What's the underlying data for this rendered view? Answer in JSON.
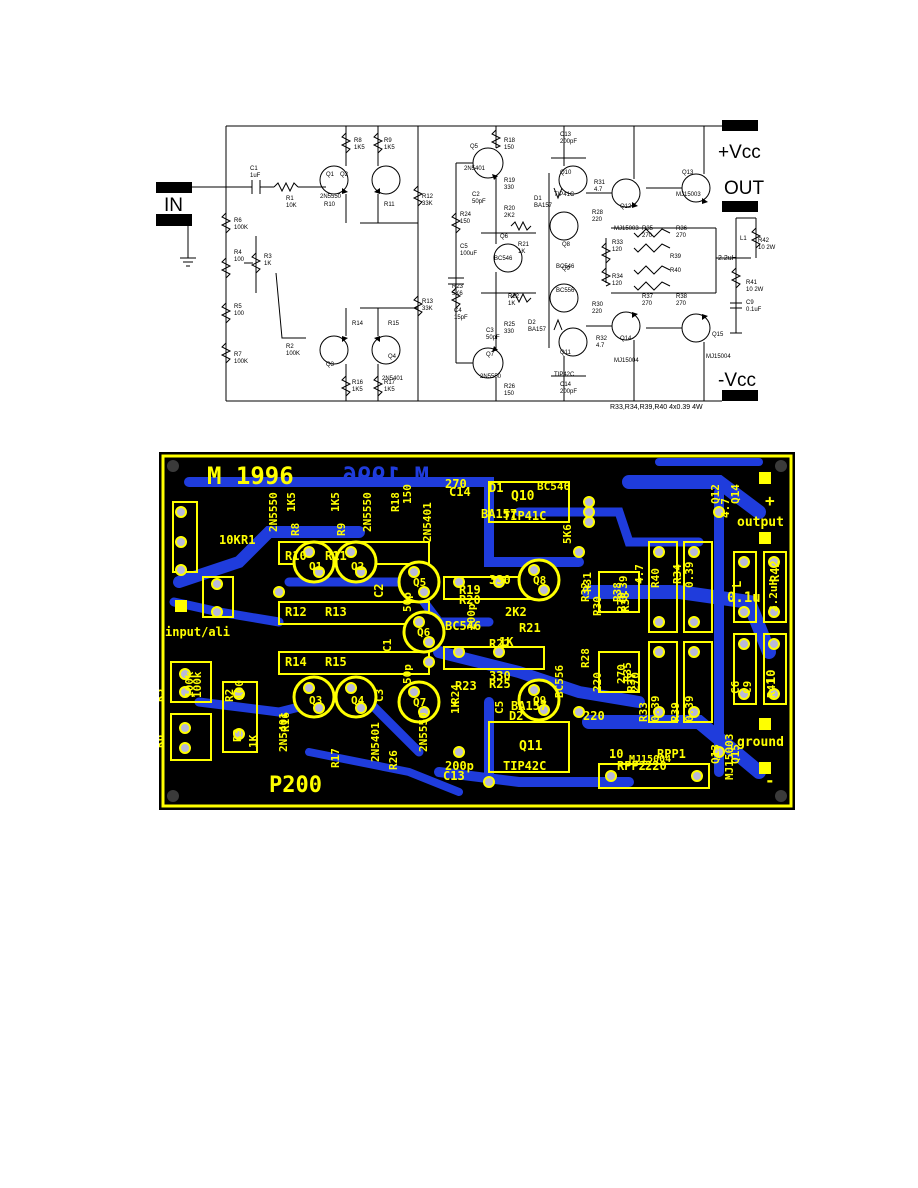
{
  "schematic": {
    "terminals": {
      "vcc_pos": "+Vcc",
      "vcc_neg": "-Vcc",
      "input": "IN",
      "output": "OUT"
    },
    "note": "R33,R34,R39,R40 4x0.39 4W",
    "resistors": [
      {
        "ref": "R8",
        "value": "1K5"
      },
      {
        "ref": "R9",
        "value": "1K5"
      },
      {
        "ref": "R1",
        "value": "10K"
      },
      {
        "ref": "R6",
        "value": "100K"
      },
      {
        "ref": "R4",
        "value": "100"
      },
      {
        "ref": "R3",
        "value": "1K"
      },
      {
        "ref": "R5",
        "value": "100"
      },
      {
        "ref": "R7",
        "value": "100K"
      },
      {
        "ref": "R2",
        "value": "100K"
      },
      {
        "ref": "R10",
        "value": ""
      },
      {
        "ref": "R11",
        "value": ""
      },
      {
        "ref": "R12",
        "value": "33K"
      },
      {
        "ref": "R13",
        "value": "33K"
      },
      {
        "ref": "R14",
        "value": ""
      },
      {
        "ref": "R15",
        "value": ""
      },
      {
        "ref": "R16",
        "value": "1K5"
      },
      {
        "ref": "R17",
        "value": "1K5"
      },
      {
        "ref": "R18",
        "value": "150"
      },
      {
        "ref": "R19",
        "value": "330"
      },
      {
        "ref": "R20",
        "value": "2K2"
      },
      {
        "ref": "R21",
        "value": "1K"
      },
      {
        "ref": "R22",
        "value": "1K"
      },
      {
        "ref": "R23",
        "value": "5K6"
      },
      {
        "ref": "R24",
        "value": "150"
      },
      {
        "ref": "R25",
        "value": "330"
      },
      {
        "ref": "R26",
        "value": "150"
      },
      {
        "ref": "R28",
        "value": "220"
      },
      {
        "ref": "R30",
        "value": "220"
      },
      {
        "ref": "R31",
        "value": "4.7"
      },
      {
        "ref": "R32",
        "value": "4.7"
      },
      {
        "ref": "R33",
        "value": "120"
      },
      {
        "ref": "R34",
        "value": "120"
      },
      {
        "ref": "R35",
        "value": "270"
      },
      {
        "ref": "R36",
        "value": "270"
      },
      {
        "ref": "R37",
        "value": "270"
      },
      {
        "ref": "R38",
        "value": "270"
      },
      {
        "ref": "R39",
        "value": ""
      },
      {
        "ref": "R40",
        "value": ""
      },
      {
        "ref": "R41",
        "value": "10 2W"
      },
      {
        "ref": "R42",
        "value": "10 2W"
      }
    ],
    "capacitors": [
      {
        "ref": "C1",
        "value": "1uF"
      },
      {
        "ref": "C2",
        "value": "50pF"
      },
      {
        "ref": "C3",
        "value": "50pF"
      },
      {
        "ref": "C4",
        "value": "15pF"
      },
      {
        "ref": "C5",
        "value": "100uF"
      },
      {
        "ref": "C9",
        "value": "0.1uF"
      },
      {
        "ref": "C13",
        "value": "200pF"
      },
      {
        "ref": "C14",
        "value": "200pF"
      }
    ],
    "transistors": [
      {
        "ref": "Q1",
        "type": "2N5550"
      },
      {
        "ref": "Q2",
        "type": ""
      },
      {
        "ref": "Q3",
        "type": ""
      },
      {
        "ref": "Q4",
        "type": "2N5401"
      },
      {
        "ref": "Q5",
        "type": "2N5401"
      },
      {
        "ref": "Q6",
        "type": "BC546"
      },
      {
        "ref": "Q7",
        "type": "2N5550"
      },
      {
        "ref": "Q8",
        "type": "BC546"
      },
      {
        "ref": "Q9",
        "type": "BC556"
      },
      {
        "ref": "Q10",
        "type": "TIP41C"
      },
      {
        "ref": "Q11",
        "type": "TIP42C"
      },
      {
        "ref": "Q12",
        "type": "MJ15003"
      },
      {
        "ref": "Q13",
        "type": "MJ15003"
      },
      {
        "ref": "Q14",
        "type": "MJ15004"
      },
      {
        "ref": "Q15",
        "type": "MJ15004"
      }
    ],
    "diodes": [
      {
        "ref": "D1",
        "type": "BA157"
      },
      {
        "ref": "D2",
        "type": "BA157"
      }
    ],
    "inductor": {
      "ref": "L1",
      "value": "2.2uH"
    }
  },
  "pcb": {
    "title_mirrored": "M 1996",
    "title": "M 1996",
    "board_name": "P200",
    "labels": {
      "input": "input/ali",
      "output": "output",
      "ground": "ground",
      "plus": "+",
      "minus": "-"
    },
    "silk": [
      "2N5550",
      "2N5550",
      "2N5401",
      "2N5401",
      "2N5401",
      "2N5550",
      "1K5",
      "1K5",
      "150",
      "R18",
      "R8",
      "R9",
      "R1",
      "10K",
      "C2",
      "C1",
      "C3",
      "50p",
      "50p",
      "R10",
      "R11",
      "R12",
      "R13",
      "R14",
      "R15",
      "R16",
      "R17",
      "R26",
      "R2",
      "R3",
      "R5",
      "R6",
      "100",
      "1K",
      "100k",
      "100k",
      "Q1",
      "Q2",
      "Q3",
      "Q4",
      "Q5",
      "Q6",
      "Q7",
      "Q8",
      "Q9",
      "Q10",
      "Q11",
      "Q12",
      "Q13",
      "Q14",
      "Q15",
      "D1",
      "D2",
      "BA157",
      "BA157",
      "TIP41C",
      "TIP42C",
      "BC546",
      "BC546",
      "BC556",
      "330",
      "330",
      "R19",
      "R20",
      "R21",
      "R22",
      "R23",
      "R24",
      "R25",
      "2K2",
      "1K",
      "1K",
      "5K6",
      "R31",
      "R32",
      "R28",
      "R30",
      "220",
      "220",
      "4.7",
      "R33",
      "R34",
      "R39",
      "R40",
      "0.39",
      "0.39",
      "0.39",
      "0.39",
      "R35",
      "R36",
      "R37",
      "R38",
      "270",
      "270",
      "270",
      "270",
      "C13",
      "C14",
      "200p",
      "200p",
      "C5",
      "C6",
      "C9",
      "0.1u",
      "L",
      "2.2uH",
      "R41",
      "R42",
      "10",
      "10",
      "RPP1",
      "RPP2",
      "220",
      "4.7",
      "MJ15003",
      "MJ15004"
    ]
  }
}
